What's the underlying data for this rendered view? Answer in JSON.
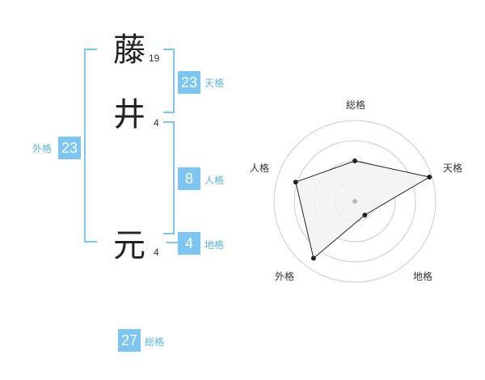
{
  "name": {
    "chars": [
      {
        "char": "藤",
        "strokes": "19"
      },
      {
        "char": "井",
        "strokes": "4"
      },
      {
        "char": "元",
        "strokes": "4"
      }
    ]
  },
  "fortunes": {
    "tenkaku": {
      "value": "23",
      "label": "天格"
    },
    "jinkaku": {
      "value": "8",
      "label": "人格"
    },
    "chikaku": {
      "value": "4",
      "label": "地格"
    },
    "gaikaku": {
      "value": "23",
      "label": "外格"
    },
    "soukaku": {
      "value": "27",
      "label": "総格"
    }
  },
  "chart_data": {
    "type": "radar",
    "axes": [
      "総格",
      "天格",
      "地格",
      "外格",
      "人格"
    ],
    "values": [
      0.5,
      0.97,
      0.21,
      0.87,
      0.77
    ],
    "rings": 4,
    "colors": {
      "fill": "#f2f2f2",
      "line": "#222222",
      "grid": "#cccccc",
      "center": "#bbbbbb"
    }
  }
}
